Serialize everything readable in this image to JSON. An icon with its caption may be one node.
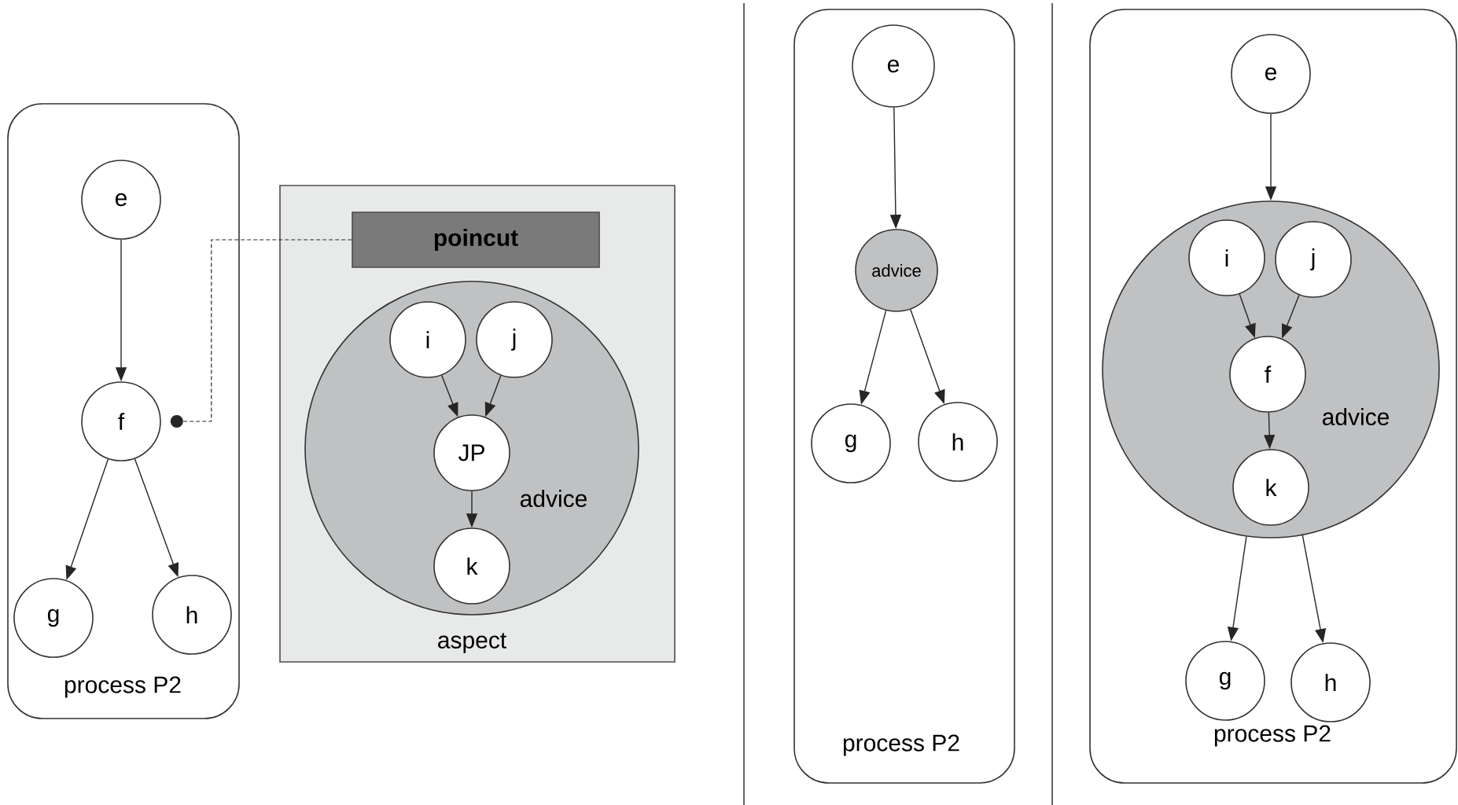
{
  "diagram": {
    "nodes": [
      {
        "text": [
          "process P2"
        ]
      },
      {
        "text": [
          "e"
        ],
        "in": 0
      },
      {
        "text": [
          "f"
        ],
        "in": 0
      },
      {
        "text": [
          "g"
        ],
        "in": 0
      },
      {
        "text": [
          "h"
        ],
        "in": 0
      },
      {
        "text": [
          "aspect"
        ]
      },
      {
        "text": [
          "poincut"
        ],
        "in": 5
      },
      {
        "text": [
          "advice"
        ],
        "in": 5
      },
      {
        "text": [
          "i"
        ],
        "in": 7
      },
      {
        "text": [
          "j"
        ],
        "in": 7
      },
      {
        "text": [
          "JP"
        ],
        "in": 7
      },
      {
        "text": [
          "k"
        ],
        "in": 7
      },
      {
        "text": [
          "process P2"
        ]
      },
      {
        "text": [
          "e"
        ],
        "in": 12
      },
      {
        "text": [
          "advice"
        ],
        "in": 12
      },
      {
        "text": [
          "g"
        ],
        "in": 12
      },
      {
        "text": [
          "h"
        ],
        "in": 12
      },
      {
        "text": [
          "process P2"
        ]
      },
      {
        "text": [
          "e"
        ],
        "in": 17
      },
      {
        "text": [
          "advice"
        ],
        "in": 17
      },
      {
        "text": [
          "i"
        ],
        "in": 19
      },
      {
        "text": [
          "j"
        ],
        "in": 19
      },
      {
        "text": [
          "f"
        ],
        "in": 19
      },
      {
        "text": [
          "k"
        ],
        "in": 19
      },
      {
        "text": [
          "g"
        ],
        "in": 17
      },
      {
        "text": [
          "h"
        ],
        "in": 17
      }
    ],
    "edges": [
      {
        "from": 1,
        "to": 2,
        "arrow": "to"
      },
      {
        "from": 2,
        "to": 3,
        "arrow": "to"
      },
      {
        "from": 2,
        "to": 4,
        "arrow": "to"
      },
      {
        "from": 6,
        "to": 2,
        "arrow": "other",
        "style": "dashed"
      },
      {
        "from": 8,
        "to": 10,
        "arrow": "to"
      },
      {
        "from": 9,
        "to": 10,
        "arrow": "to"
      },
      {
        "from": 10,
        "to": 11,
        "arrow": "to"
      },
      {
        "from": 13,
        "to": 14,
        "arrow": "to"
      },
      {
        "from": 14,
        "to": 15,
        "arrow": "to"
      },
      {
        "from": 14,
        "to": 16,
        "arrow": "to"
      },
      {
        "from": 18,
        "to": 19,
        "arrow": "to"
      },
      {
        "from": 20,
        "to": 22,
        "arrow": "to"
      },
      {
        "from": 21,
        "to": 22,
        "arrow": "to"
      },
      {
        "from": 22,
        "to": 23,
        "arrow": "to"
      },
      {
        "from": 19,
        "to": 24,
        "arrow": "to"
      },
      {
        "from": 19,
        "to": 25,
        "arrow": "to"
      }
    ]
  }
}
